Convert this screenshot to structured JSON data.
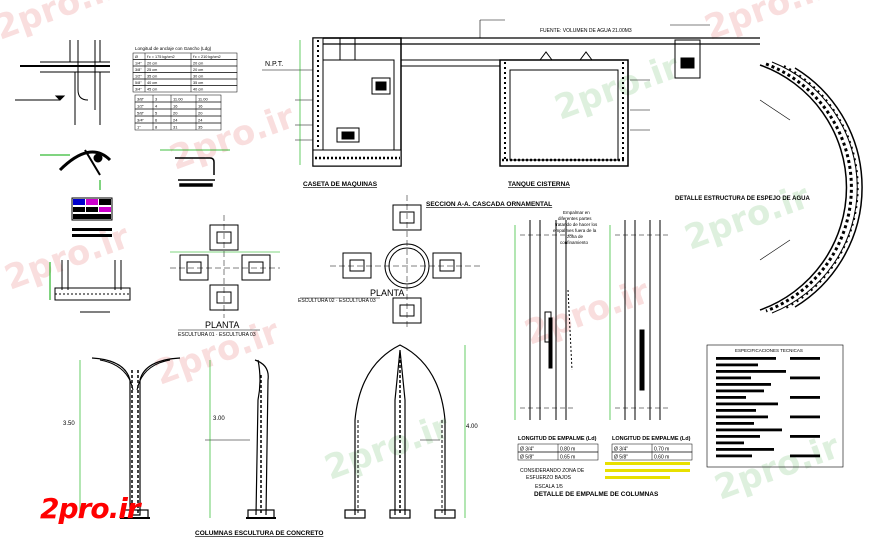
{
  "watermark": "2pro.ir",
  "logo": "2pro.ir",
  "labels": {
    "npt": "N.P.T.",
    "fuente": "FUENTE: VOLUMEN DE AGUA 21.00M3",
    "caseta": "CASETA DE MAQUINAS",
    "tanque": "TANQUE CISTERNA",
    "seccion": "SECCION A-A. CASCADA ORNAMENTAL",
    "detalle_estructura": "DETALLE ESTRUCTURA DE ESPEJO DE AGUA",
    "planta_left": "PLANTA",
    "escultura_left": "ESCULTURA 01 · ESCULTURA 03",
    "planta_center": "PLANTA",
    "escultura_center": "ESCULTURA 02 · ESCULTURA 03",
    "empalme_note": "Empalmar en diferentes partes tratando de hacer los empalmes fuera de la zona de confinamiento",
    "columnas": "COLUMNAS ESCULTURA DE CONCRETO",
    "detalle_empalme": "DETALLE DE EMPALME DE COLUMNAS",
    "considerando": "CONSIDERANDO ZONA DE ESFUERZO BAJOS",
    "escala": "ESCALA 1/5",
    "especificaciones": "ESPECIFICACIONES TECNICAS",
    "dim_350": "3.50",
    "dim_400": "4.00",
    "dim_300": "3.00"
  },
  "table_top": {
    "title": "Longitud de anclaje con Gancho (Ldg)",
    "header": [
      "Ø",
      "f'c = 175 kg/cm2",
      "f'c = 210 kg/cm2"
    ],
    "rows": [
      [
        "1/4\"",
        "20 cm",
        "20 cm"
      ],
      [
        "3/8\"",
        "25 cm",
        "20 cm"
      ],
      [
        "1/2\"",
        "35 cm",
        "30 cm"
      ],
      [
        "5/8\"",
        "40 cm",
        "35 cm"
      ],
      [
        "3/4\"",
        "45 cm",
        "40 cm"
      ]
    ]
  },
  "table_mid": {
    "rows": [
      [
        "3/8\"",
        "3",
        "11.00",
        "11.00"
      ],
      [
        "1/2\"",
        "4",
        "16",
        "16"
      ],
      [
        "5/8\"",
        "5",
        "20",
        "20"
      ],
      [
        "3/4\"",
        "6",
        "24",
        "24"
      ],
      [
        "1\"",
        "8",
        "31",
        "35"
      ]
    ]
  },
  "table_empalme_1": {
    "title": "LONGITUD DE EMPALME (Ld)",
    "rows": [
      [
        "Ø 3/4\"",
        "0.80 m"
      ],
      [
        "Ø 5/8\"",
        "0.65 m"
      ]
    ]
  },
  "table_empalme_2": {
    "title": "LONGITUD DE EMPALME (Ld)",
    "rows": [
      [
        "Ø 3/4\"",
        "0.70 m"
      ],
      [
        "Ø 5/8\"",
        "0.60 m"
      ]
    ]
  },
  "colors": {
    "ink": "#000000",
    "watermark_red": "#f2b8b8",
    "watermark_green": "#b8e0b8",
    "logo": "#ff0000",
    "accent_green": "#00aa00",
    "accent_yellow": "#e8e000"
  }
}
